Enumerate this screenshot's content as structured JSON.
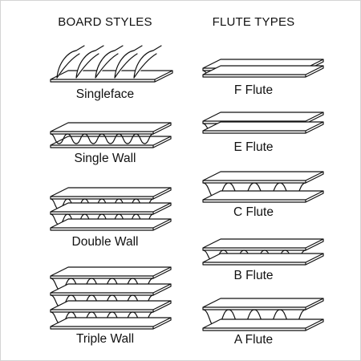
{
  "columns": {
    "board_styles": {
      "heading": "BOARD STYLES",
      "items": [
        {
          "label": "Singleface"
        },
        {
          "label": "Single Wall"
        },
        {
          "label": "Double Wall"
        },
        {
          "label": "Triple Wall"
        }
      ]
    },
    "flute_types": {
      "heading": "FLUTE TYPES",
      "items": [
        {
          "label": "F Flute"
        },
        {
          "label": "E Flute"
        },
        {
          "label": "C Flute"
        },
        {
          "label": "B Flute"
        },
        {
          "label": "A Flute"
        }
      ]
    }
  },
  "colors": {
    "ink": "#111111",
    "background": "#ffffff",
    "border": "#d4d4d4"
  }
}
